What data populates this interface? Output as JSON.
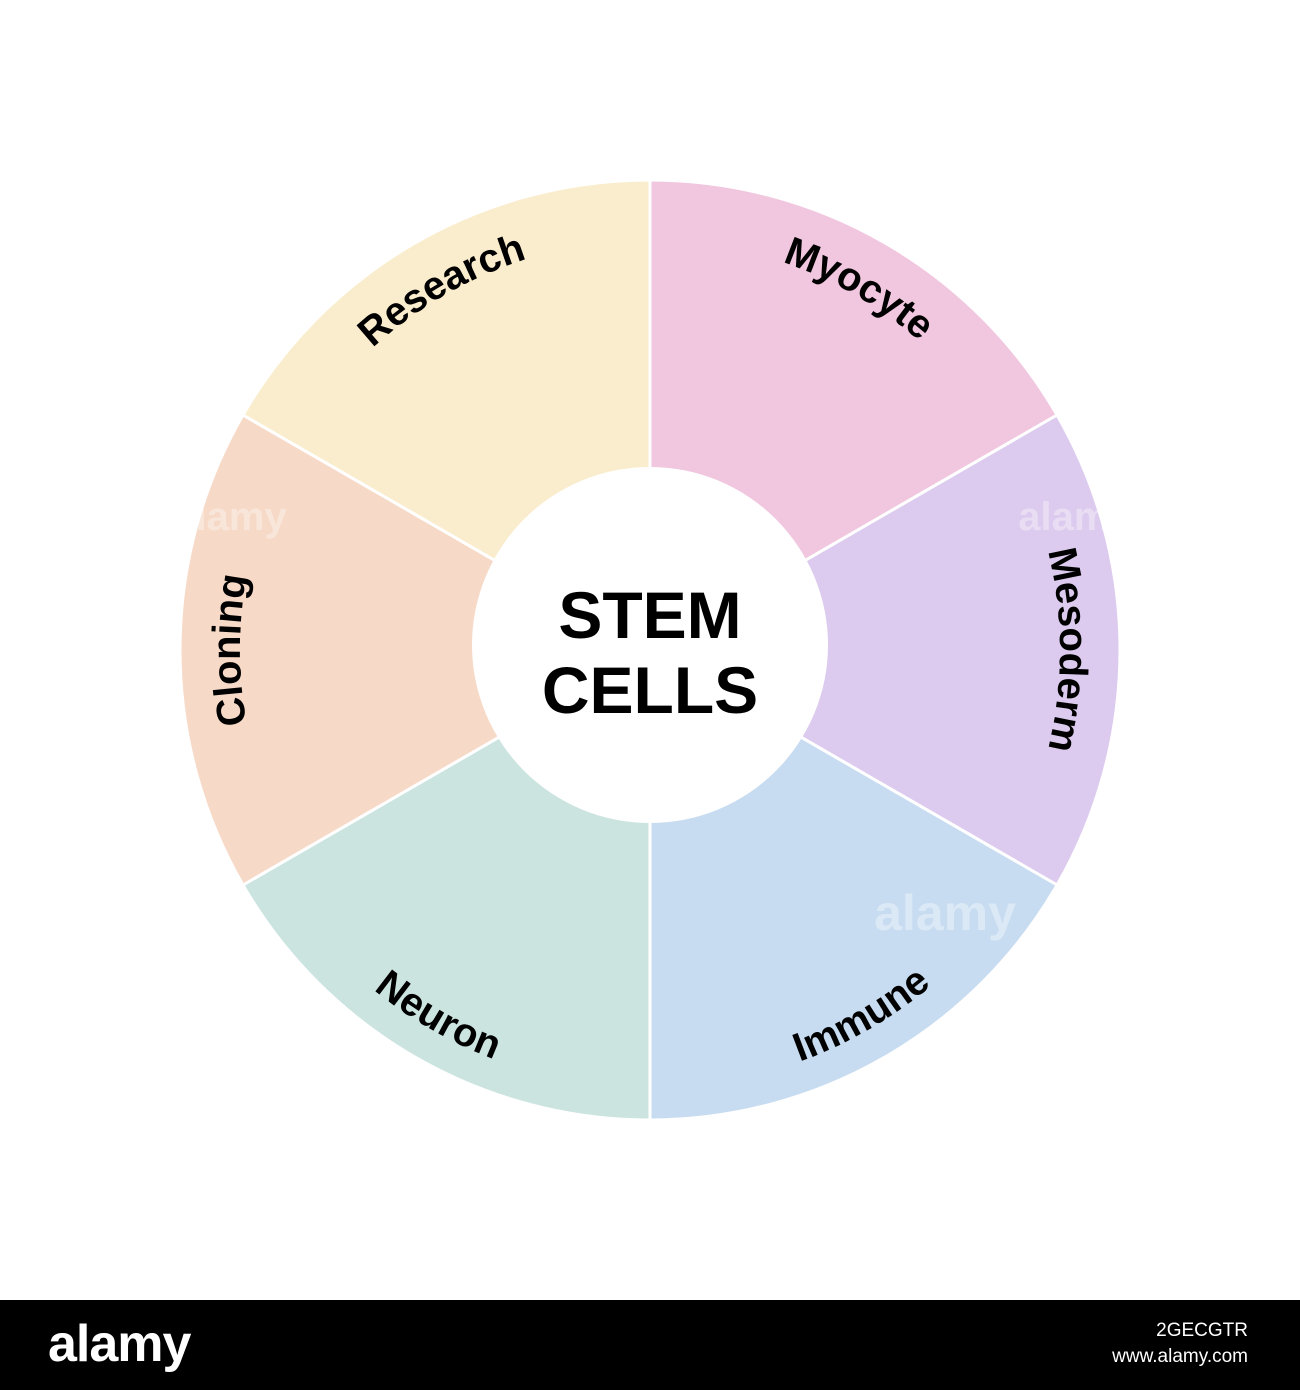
{
  "center": {
    "line1": "STEM",
    "line2": "CELLS",
    "fill": "#ffffff"
  },
  "segments": [
    {
      "label": "Myocyte",
      "color": "#f1c6df"
    },
    {
      "label": "Mesoderm",
      "color": "#dccbee"
    },
    {
      "label": "Immune",
      "color": "#c8dcf1"
    },
    {
      "label": "Neuron",
      "color": "#cbe4e0"
    },
    {
      "label": "Cloning",
      "color": "#f7d9c7"
    },
    {
      "label": "Research",
      "color": "#faedcd"
    }
  ],
  "divider_color": "#ffffff",
  "watermark": "alamy",
  "footer": {
    "logo": "alamy",
    "image_id": "2GECGTR",
    "url": "www.alamy.com"
  }
}
